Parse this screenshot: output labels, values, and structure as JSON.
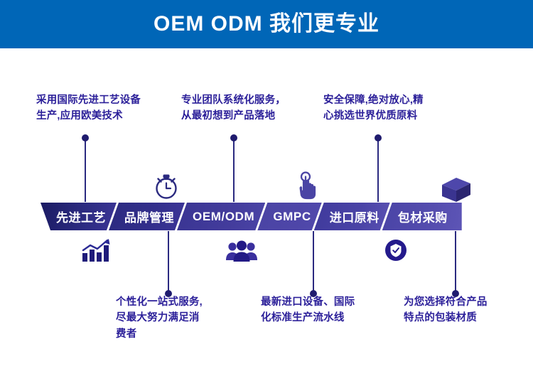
{
  "header": {
    "title": "OEM ODM 我们更专业",
    "bg_color": "#0066b7",
    "text_color": "#ffffff"
  },
  "theme": {
    "accent_blue": "#0066b7",
    "ribbon_dark": "#1b1b63",
    "ribbon_light": "#5d55b6",
    "text_purple": "#2b1f99"
  },
  "ribbon": {
    "segments": [
      {
        "label": "先进工艺",
        "icon": "bar-chart-growth-icon",
        "icon_side": "below"
      },
      {
        "label": "品牌管理",
        "icon": "stopwatch-icon",
        "icon_side": "above"
      },
      {
        "label": "OEM/ODM",
        "icon": "team-people-icon",
        "icon_side": "below"
      },
      {
        "label": "GMPC",
        "icon": "hand-click-icon",
        "icon_side": "above"
      },
      {
        "label": "进口原料",
        "icon": "shield-badge-icon",
        "icon_side": "below"
      },
      {
        "label": "包材采购",
        "icon": "package-box-icon",
        "icon_side": "above"
      }
    ]
  },
  "callouts": {
    "above": [
      {
        "segment": "先进工艺",
        "lines": [
          "采用国际先进工艺设备",
          "生产,应用欧美技术"
        ]
      },
      {
        "segment": "OEM/ODM",
        "lines": [
          "专业团队系统化服务，",
          "从最初想到产品落地"
        ]
      },
      {
        "segment": "进口原料",
        "lines": [
          "安全保障,绝对放心,精",
          "心挑选世界优质原料"
        ]
      }
    ],
    "below": [
      {
        "segment": "品牌管理",
        "lines": [
          "个性化一站式服务,",
          "尽最大努力满足消",
          "费者"
        ]
      },
      {
        "segment": "GMPC",
        "lines": [
          "最新进口设备、国际",
          "化标准生产流水线"
        ]
      },
      {
        "segment": "包材采购",
        "lines": [
          "为您选择符合产品",
          "特点的包装材质"
        ]
      }
    ]
  }
}
